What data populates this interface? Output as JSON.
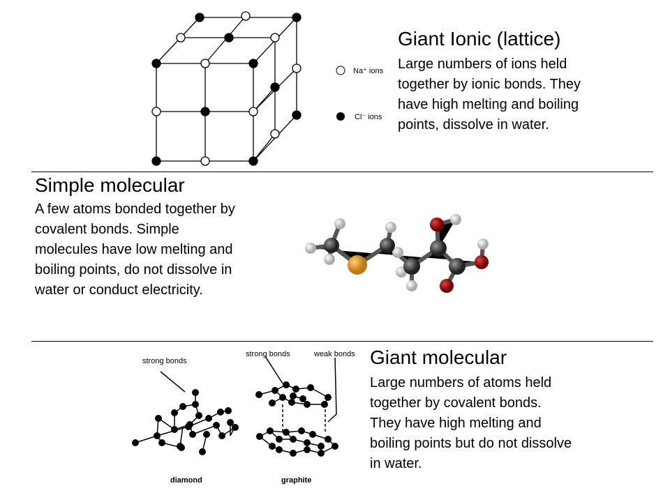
{
  "ionic": {
    "title": "Giant Ionic (lattice)",
    "lines": [
      "Large numbers of ions held",
      "together by ionic bonds.  They",
      "have high melting and boiling",
      "points, dissolve in water."
    ],
    "legend_na": "Na⁺ ions",
    "legend_cl": "Cl⁻ ions"
  },
  "simple": {
    "title": "Simple molecular",
    "lines": [
      "A few atoms bonded together by",
      "covalent bonds.  Simple",
      "molecules have low melting and",
      "boiling points, do not dissolve in",
      "water or conduct electricity."
    ]
  },
  "giant": {
    "title": "Giant molecular",
    "lines": [
      "Large numbers of atoms held",
      "together by covalent bonds.",
      "They have high melting and",
      "boiling points but do not dissolve",
      "in water."
    ],
    "diamond_strong": "strong bonds",
    "graphite_strong": "strong bonds",
    "graphite_weak": "weak bonds",
    "diamond_label": "diamond",
    "graphite_label": "graphite"
  },
  "colors": {
    "carbon": "#3a3a3a",
    "sulfur": "#e0a030",
    "oxygen": "#a01818",
    "hydrogen": "#d8d8d0"
  }
}
